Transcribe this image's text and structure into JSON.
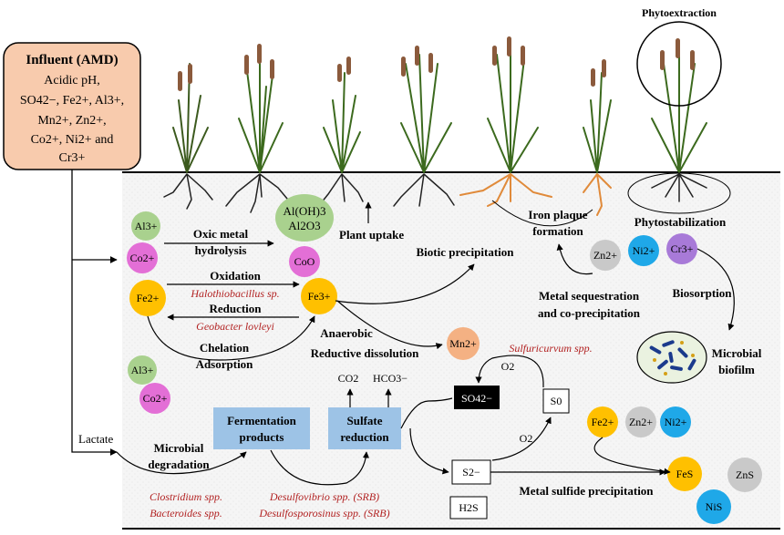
{
  "title_top": "Phytoextraction",
  "influent": {
    "title": "Influent (AMD)",
    "line1": "Acidic pH,",
    "line2": "SO42−, Fe2+, Al3+,",
    "line3": "Mn2+, Zn2+,",
    "line4": "Co2+, Ni2+ and",
    "line5": "Cr3+"
  },
  "labels": {
    "oxic1": "Oxic metal",
    "oxic2": "hydrolysis",
    "al_oh3": "Al(OH)3",
    "al2o3": "Al2O3",
    "plant_uptake": "Plant uptake",
    "iron_plaque1": "Iron plaque",
    "iron_plaque2": "formation",
    "phytostab": "Phytostabilization",
    "biotic": "Biotic precipitation",
    "oxidation": "Oxidation",
    "halothio": "Halothiobacillus sp.",
    "reduction": "Reduction",
    "geobacter": "Geobacter lovleyi",
    "anaerobic": "Anaerobic",
    "reductive": "Reductive dissolution",
    "chelation": "Chelation",
    "adsorption": "Adsorption",
    "metal_seq1": "Metal sequestration",
    "metal_seq2": "and co-precipitation",
    "biosorption": "Biosorption",
    "microbial_bio1": "Microbial",
    "microbial_bio2": "biofilm",
    "sulfuricurvum": "Sulfuricurvum spp.",
    "o2a": "O2",
    "o2b": "O2",
    "co2": "CO2",
    "hco3": "HCO3−",
    "lactate": "Lactate",
    "micro_deg1": "Microbial",
    "micro_deg2": "degradation",
    "ferm1": "Fermentation",
    "ferm2": "products",
    "sulf1": "Sulfate",
    "sulf2": "reduction",
    "so4": "SO42−",
    "s0": "S0",
    "s2": "S2−",
    "h2s": "H2S",
    "metal_sulfide": "Metal sulfide precipitation",
    "clostridium": "Clostridium spp.",
    "bacteroides": "Bacteroides spp.",
    "desulfovibrio": "Desulfovibrio spp. (SRB)",
    "desulfosporosinus": "Desulfosporosinus spp. (SRB)"
  },
  "ions": {
    "al1": "Al3+",
    "co1": "Co2+",
    "coo": "CoO",
    "fe2": "Fe2+",
    "fe3": "Fe3+",
    "al2": "Al3+",
    "co2": "Co2+",
    "mn": "Mn2+",
    "zn": "Zn2+",
    "ni": "Ni2+",
    "cr": "Cr3+",
    "fe_b": "Fe2+",
    "zn_b": "Zn2+",
    "ni_b": "Ni2+",
    "fes": "FeS",
    "zns": "ZnS",
    "nis": "NiS"
  },
  "colors": {
    "green": "#a9d18e",
    "pink": "#e36fd6",
    "yellow": "#ffc000",
    "orange": "#f4b183",
    "gray": "#c9c9c9",
    "blue": "#1fa8e8",
    "purple": "#a87ad8",
    "box_blue": "#9dc3e6",
    "influent_fill": "#f8cbad",
    "red_text": "#b22222"
  }
}
